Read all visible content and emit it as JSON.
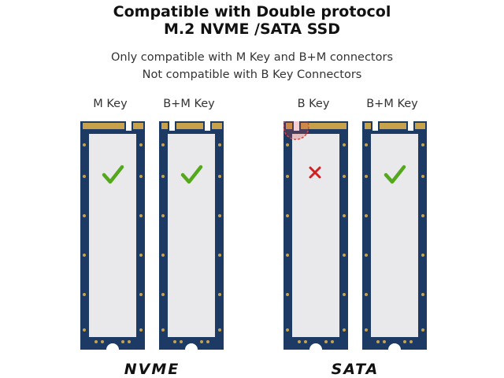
{
  "header": {
    "title_line1": "Compatible with Double protocol",
    "title_line2": "M.2 NVME /SATA SSD",
    "sub_line1": "Only compatible with M Key and B+M connectors",
    "sub_line2": "Not compatible with B Key Connectors"
  },
  "ssds": [
    {
      "label": "M Key",
      "status": "compatible"
    },
    {
      "label": "B+M Key",
      "status": "compatible"
    },
    {
      "label": "B Key",
      "status": "incompatible"
    },
    {
      "label": "B+M Key",
      "status": "compatible"
    }
  ],
  "protocols": {
    "left": "NVME",
    "right": "SATA"
  },
  "colors": {
    "pcb": "#1c3a63",
    "label_sticker": "#e9e9eb",
    "gold_contacts": "#c8a24a",
    "check": "#55a81e",
    "cross": "#d21f1f",
    "highlight_circle": "#d94444"
  },
  "icons": {
    "compatible": "check-mark-icon",
    "incompatible": "cross-mark-icon"
  }
}
